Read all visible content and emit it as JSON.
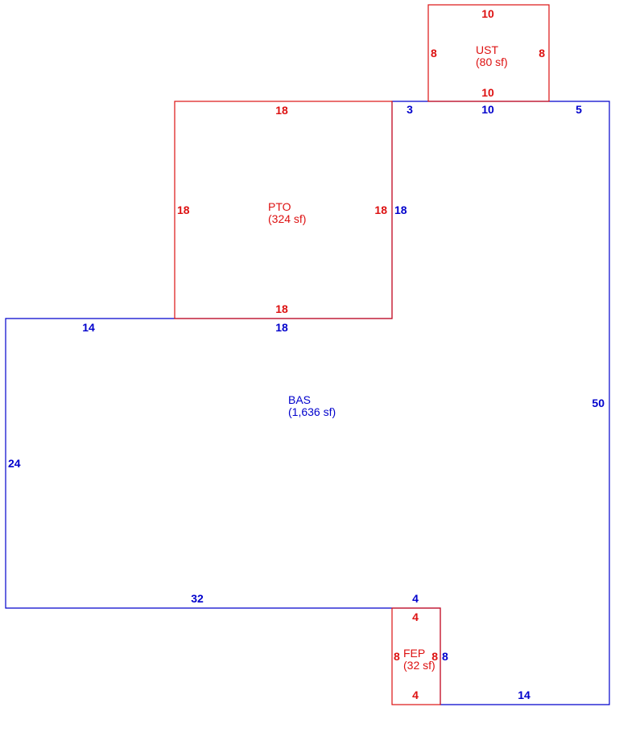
{
  "colors": {
    "main": "#0000cc",
    "addition": "#dd1111"
  },
  "areas": {
    "bas": {
      "name": "BAS",
      "size": "(1,636 sf)"
    },
    "pto": {
      "name": "PTO",
      "size": "(324 sf)"
    },
    "ust": {
      "name": "UST",
      "size": "(80 sf)"
    },
    "fep": {
      "name": "FEP",
      "size": "(32 sf)"
    }
  },
  "dimensions": {
    "bas": {
      "top_left": "14",
      "left_mid": "18",
      "left_side": "24",
      "bottom_left": "32",
      "notch_top": "4",
      "bottom_right": "14",
      "right_side": "50",
      "top_right": "5",
      "top_mid": "10",
      "top_small": "3",
      "inner_side": "18",
      "fep_side": "8"
    },
    "pto": {
      "top": "18",
      "bottom": "18",
      "left": "18",
      "right": "18"
    },
    "ust": {
      "top": "10",
      "bottom": "10",
      "left": "8",
      "right": "8"
    },
    "fep": {
      "top": "4",
      "bottom": "4",
      "left": "8",
      "right": "8"
    }
  }
}
